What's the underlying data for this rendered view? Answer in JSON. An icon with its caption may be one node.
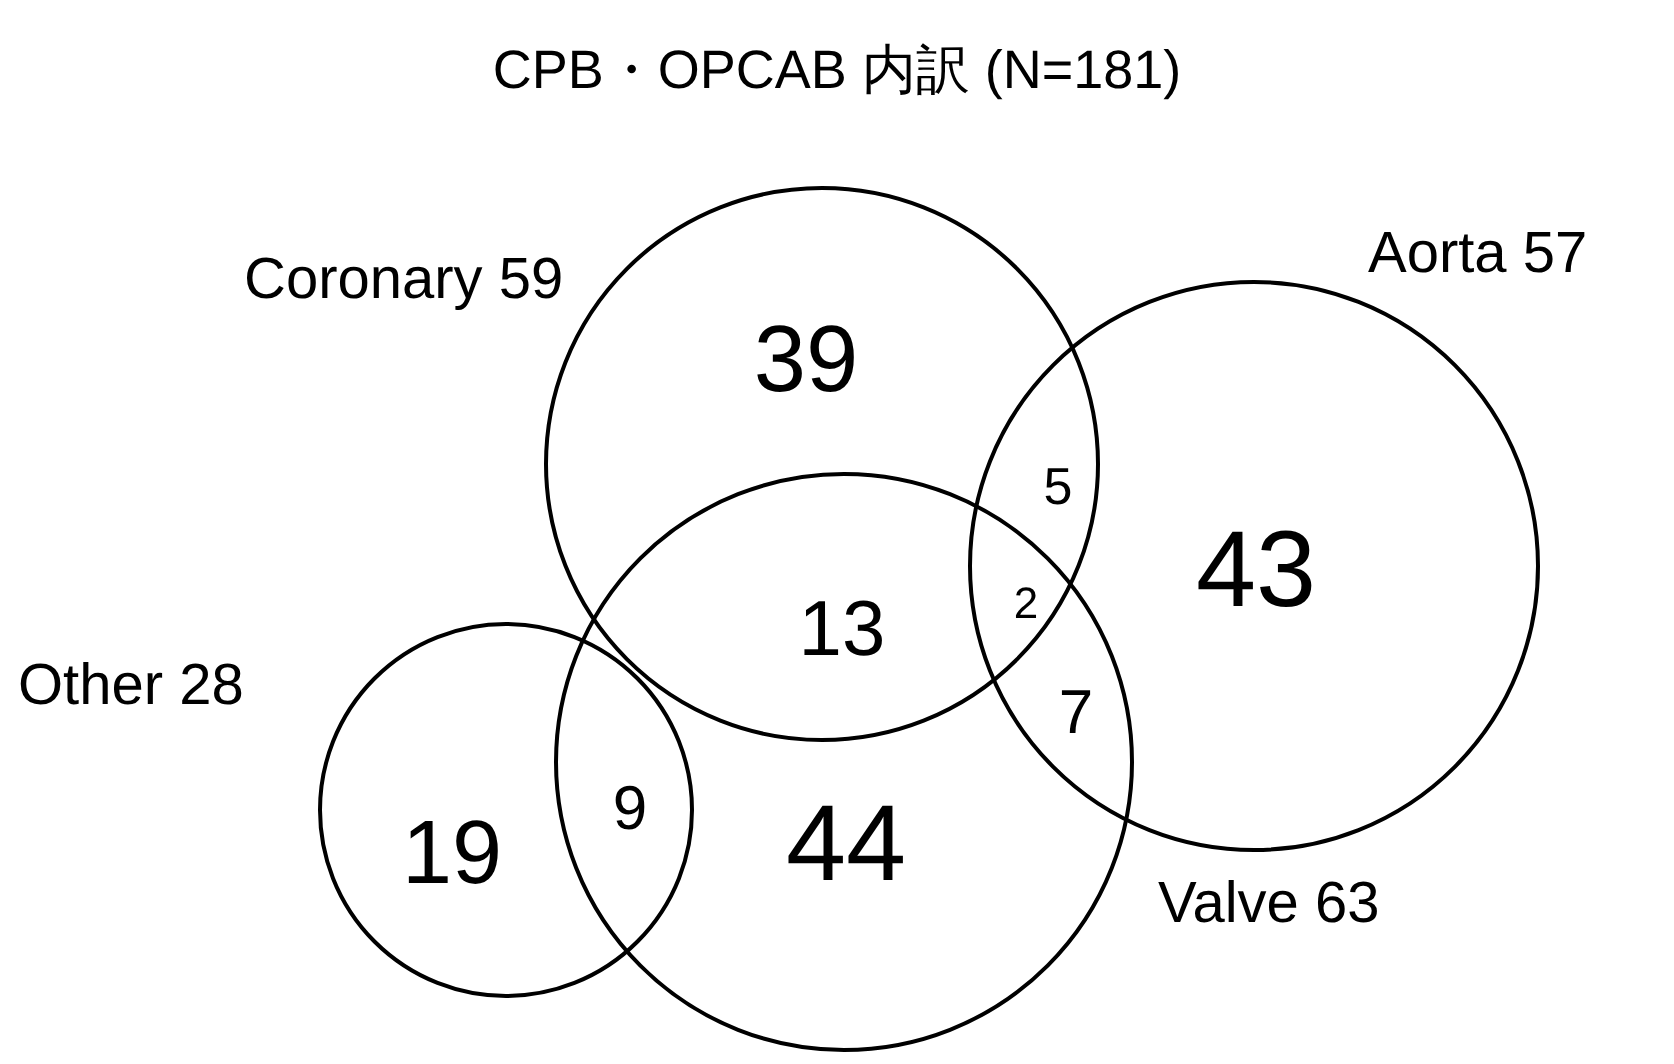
{
  "diagram": {
    "title": "CPB・OPCAB 内訳 (N=181)",
    "nodes": [
      {
        "text": [
          "Coronary 59"
        ]
      },
      {
        "text": [
          "Aorta 57"
        ]
      },
      {
        "text": [
          "Other 28"
        ]
      },
      {
        "text": [
          "Valve 63"
        ]
      }
    ],
    "labels": [
      "39",
      "5",
      "43",
      "13",
      "2",
      "7",
      "19",
      "9",
      "44"
    ]
  }
}
